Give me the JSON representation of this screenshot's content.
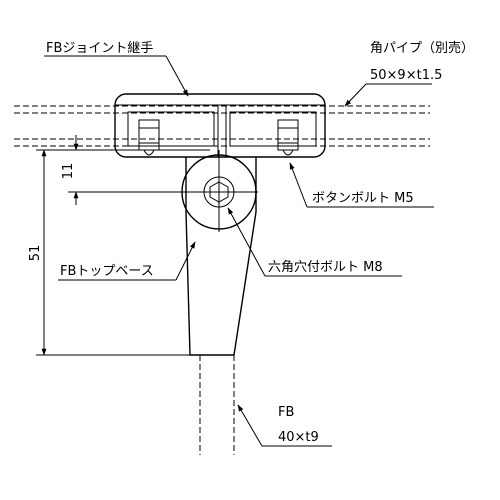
{
  "labels": {
    "fb_joint": "FBジョイント継手",
    "pipe_name": "角パイプ（別売）",
    "pipe_size": "50×9×t1.5",
    "button_bolt": "ボタンボルト M5",
    "fb_top_base": "FBトップベース",
    "hex_bolt": "六角穴付ボルト M8",
    "fb_name": "FB",
    "fb_size": "40×t9"
  },
  "dimensions": {
    "d11": "11",
    "d51": "51"
  }
}
